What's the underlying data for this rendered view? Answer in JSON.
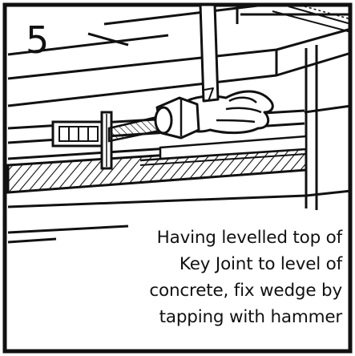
{
  "step": {
    "number": "5"
  },
  "caption": {
    "lines": [
      "Having levelled top of",
      "Key Joint to level of",
      "concrete, fix wedge by",
      "tapping with hammer"
    ]
  },
  "illustration": {
    "subject": "hand tapping wedge of key joint with hammer",
    "icons": [
      "hammer-icon",
      "hand-icon",
      "wedge-icon",
      "key-joint-icon"
    ]
  }
}
